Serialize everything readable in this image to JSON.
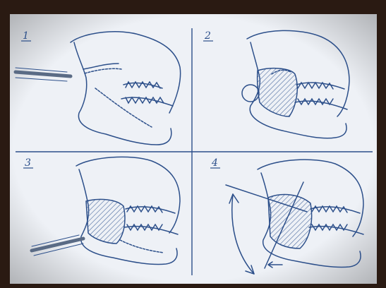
{
  "photo": {
    "description_kind": "photo of hand-drawn illustration sheet",
    "panels": [
      {
        "number": "1"
      },
      {
        "number": "2"
      },
      {
        "number": "3"
      },
      {
        "number": "4"
      }
    ],
    "colors": {
      "background_frame": "#2a1a12",
      "paper": "#eef1f6",
      "ink": "#2c4f8a",
      "hatch": "#4a6aa0"
    }
  }
}
